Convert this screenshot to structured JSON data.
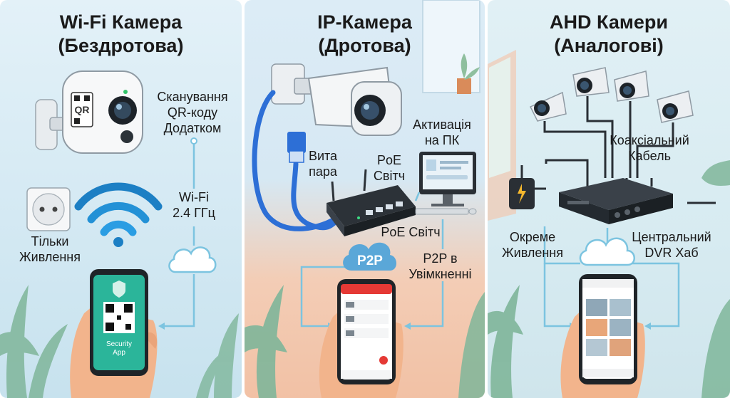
{
  "panels": [
    {
      "title_line1": "Wi-Fi Камера",
      "title_line2": "(Бездротова)",
      "label_scan": [
        "Сканування",
        "QR-коду",
        "Додатком"
      ],
      "label_wifi": [
        "Wi-Fi",
        "2.4 ГГц"
      ],
      "label_power": [
        "Тільки",
        "Живлення"
      ],
      "qr_text": "QR",
      "phone_text": [
        "Security",
        "App"
      ]
    },
    {
      "title_line1": "IP-Камера",
      "title_line2": "(Дротова)",
      "label_twisted": [
        "Вита",
        "пара"
      ],
      "label_poe_top": [
        "PoE",
        "Світч"
      ],
      "label_activation": [
        "Активація",
        "на ПК"
      ],
      "label_poe_bottom": "PoE Світч",
      "label_p2p_on": [
        "P2P в",
        "Увімкненні"
      ],
      "p2p_bubble": "P2P"
    },
    {
      "title_line1": "AHD Камери",
      "title_line2": "(Аналогові)",
      "label_coax": [
        "Коаксіальний",
        "Кабель"
      ],
      "label_power": [
        "Окреме",
        "Живлення"
      ],
      "label_dvr": [
        "Центральний",
        "DVR Хаб"
      ]
    }
  ],
  "colors": {
    "accent_line": "#7cc4e0",
    "cable_blue": "#2d6fd6",
    "p2p_bubble": "#5aa7d8",
    "app_red": "#e53935",
    "app_green": "#2bb59a"
  }
}
